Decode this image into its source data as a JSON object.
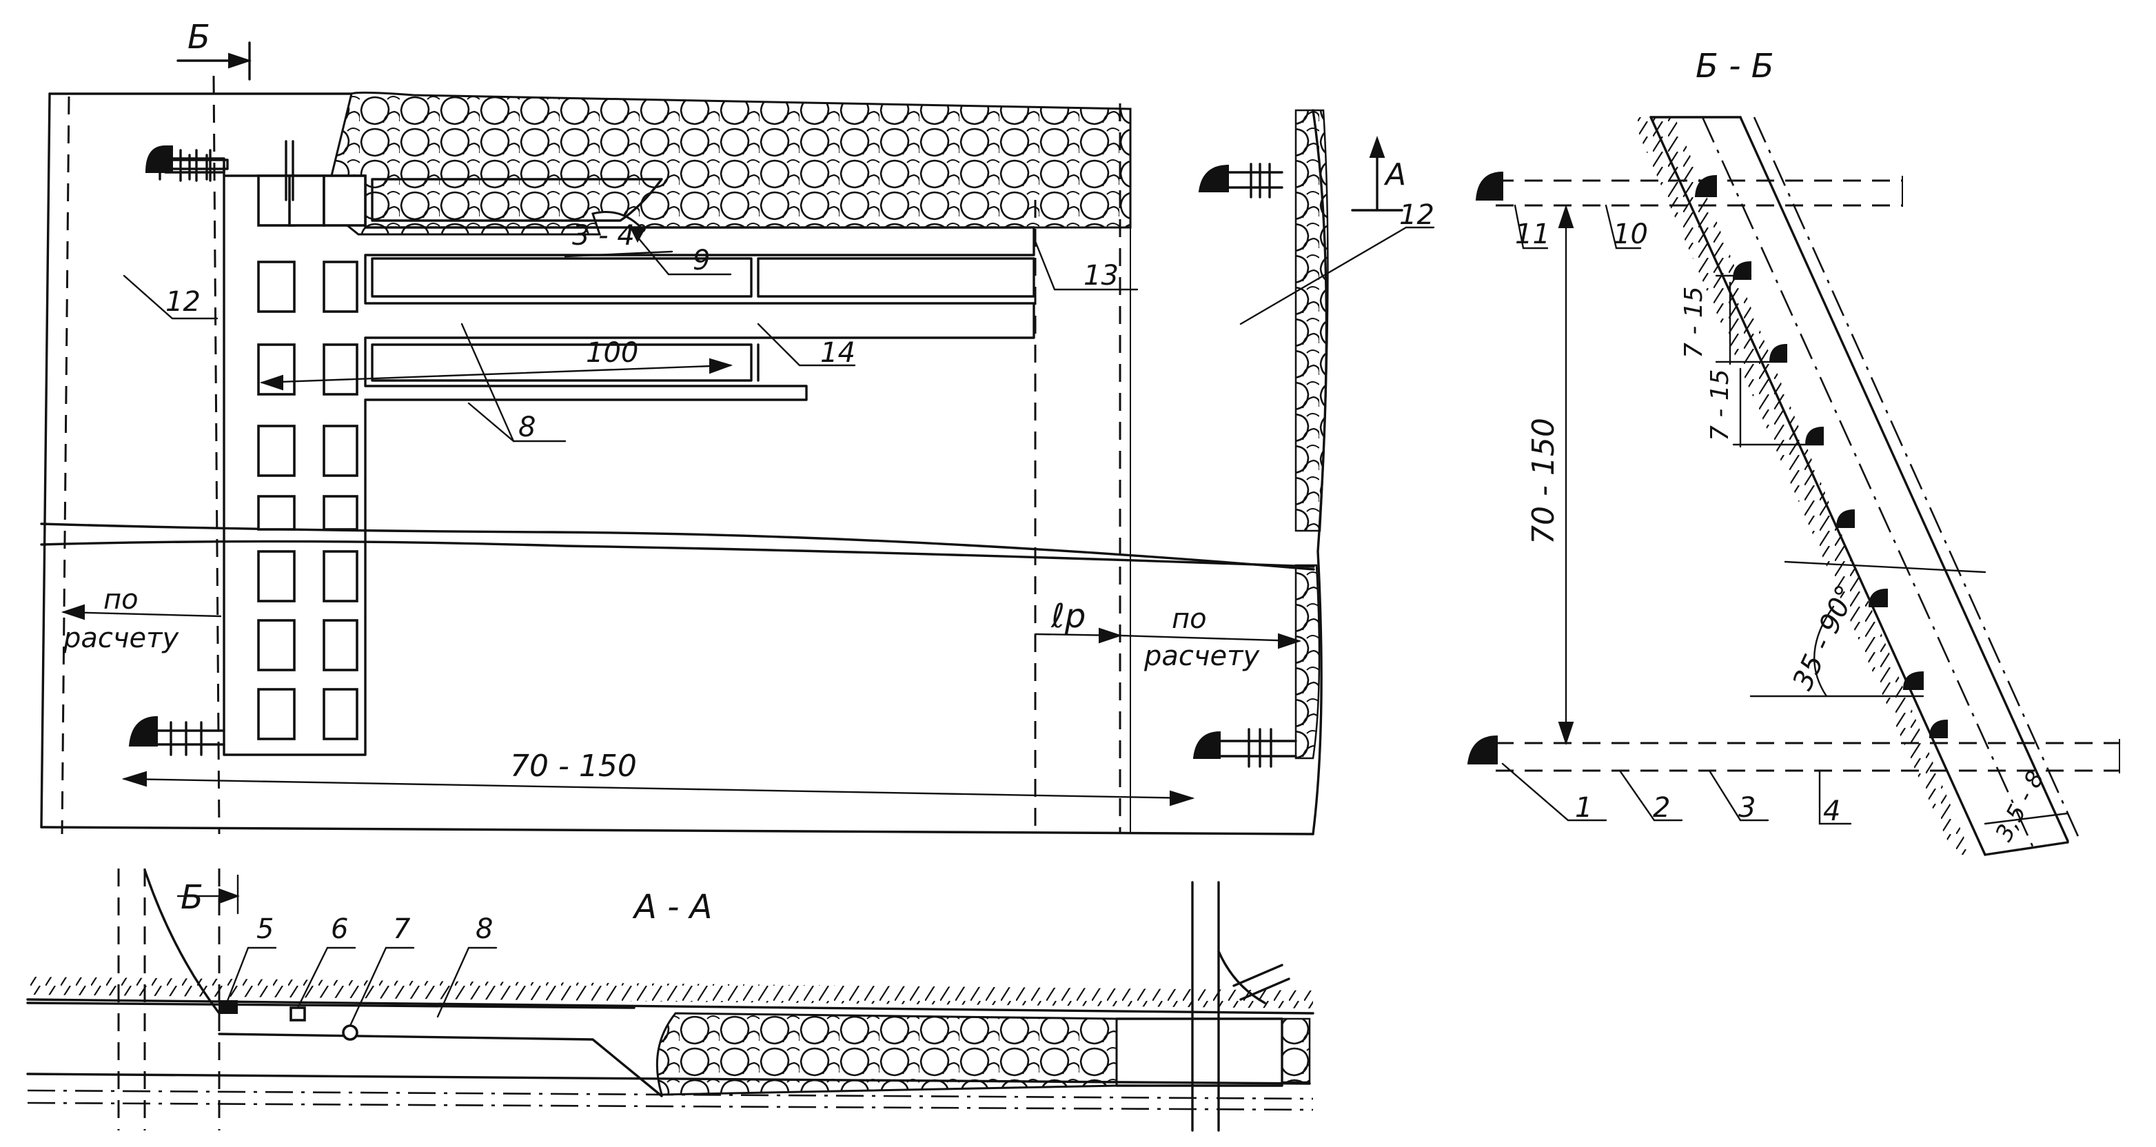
{
  "labels": {
    "section_marker_top": "Б",
    "section_marker_bottom": "Б",
    "section_aa_marker": "А",
    "section_bb_title": "Б - Б",
    "section_aa_title": "А - А",
    "item_1": "1",
    "item_2": "2",
    "item_3": "3",
    "item_4": "4",
    "item_5": "5",
    "item_6": "6",
    "item_7": "7",
    "item_8_plan": "8",
    "item_8_section": "8",
    "item_9": "9",
    "item_10": "10",
    "item_11": "11",
    "item_12_left": "12",
    "item_12_right": "12",
    "item_13": "13",
    "item_14": "14"
  },
  "dimensions": {
    "slope_angle": "3 - 4°",
    "inner_length": "100",
    "block_length": "70 - 150",
    "level_height": "70 - 150",
    "step_1": "7 - 15",
    "step_2": "7 - 15",
    "dip_angle": "35 - 90°",
    "thickness": "3,5 - 8",
    "left_pillar_word1": "по",
    "left_pillar_word2": "расчету",
    "right_pillar_word1": "по",
    "right_pillar_word2": "расчету",
    "rp_symbol": "ℓр"
  }
}
